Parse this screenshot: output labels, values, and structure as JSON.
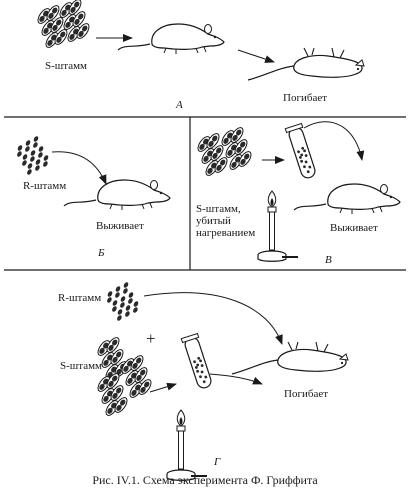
{
  "figure": {
    "caption": "Рис. IV.1. Схема эксперимента Ф. Гриффита"
  },
  "panel_a": {
    "letter": "А",
    "strain_label": "S-штамм",
    "outcome": "Погибает"
  },
  "panel_b": {
    "letter": "Б",
    "strain_label": "R-штамм",
    "outcome": "Выживает"
  },
  "panel_v": {
    "letter": "В",
    "strain_label_line1": "S-штамм,",
    "strain_label_line2": "убитый",
    "strain_label_line3": "нагреванием",
    "outcome": "Выживает"
  },
  "panel_g": {
    "letter": "Г",
    "r_label": "R-штамм",
    "plus": "+",
    "s_label": "S-штамм",
    "outcome": "Погибает"
  }
}
